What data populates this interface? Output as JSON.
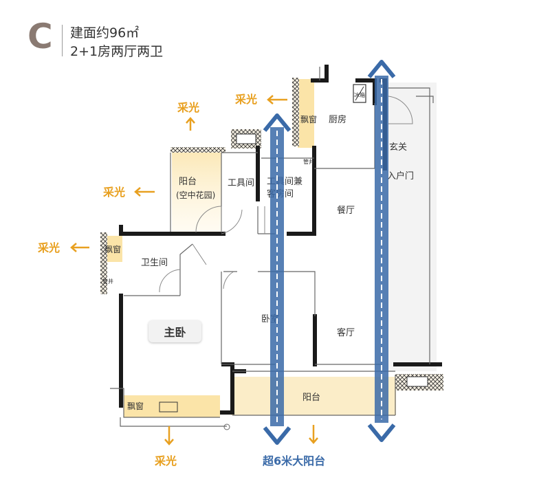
{
  "header": {
    "letter": "C",
    "area": "建面约96㎡",
    "layout": "2+1房两厅两卫"
  },
  "rooms": {
    "balcony_top": "阳台",
    "balcony_top_sub": "(空中花园)",
    "tool_room": "工具间",
    "tool_guest_1": "工具间兼",
    "tool_guest_2": "客房间",
    "kitchen": "厨房",
    "bay_window_kitchen": "飘窗",
    "fridge": "冰箱",
    "entrance": "玄关",
    "entry_door": "入户门",
    "dining": "餐厅",
    "bathroom": "卫生间",
    "bay_window_bath": "飘窗",
    "pipe_1": "管井",
    "pipe_2": "管井",
    "master_bedroom": "主卧",
    "bedroom": "卧室",
    "living": "客厅",
    "bay_window_master": "飘窗",
    "balcony_bottom": "阳台"
  },
  "annotations": {
    "light_top": "采光",
    "light_top_right": "采光",
    "light_left_1": "采光",
    "light_left_2": "采光",
    "light_bottom": "采光",
    "big_balcony": "超6米大阳台"
  },
  "colors": {
    "accent_orange": "#e8a020",
    "arrow_blue": "#3a6aa8",
    "wall": "#1a1a1a",
    "balcony_fill": "#fbefcf",
    "floor": "#ffffff",
    "letter_gray": "#8a7a72"
  }
}
